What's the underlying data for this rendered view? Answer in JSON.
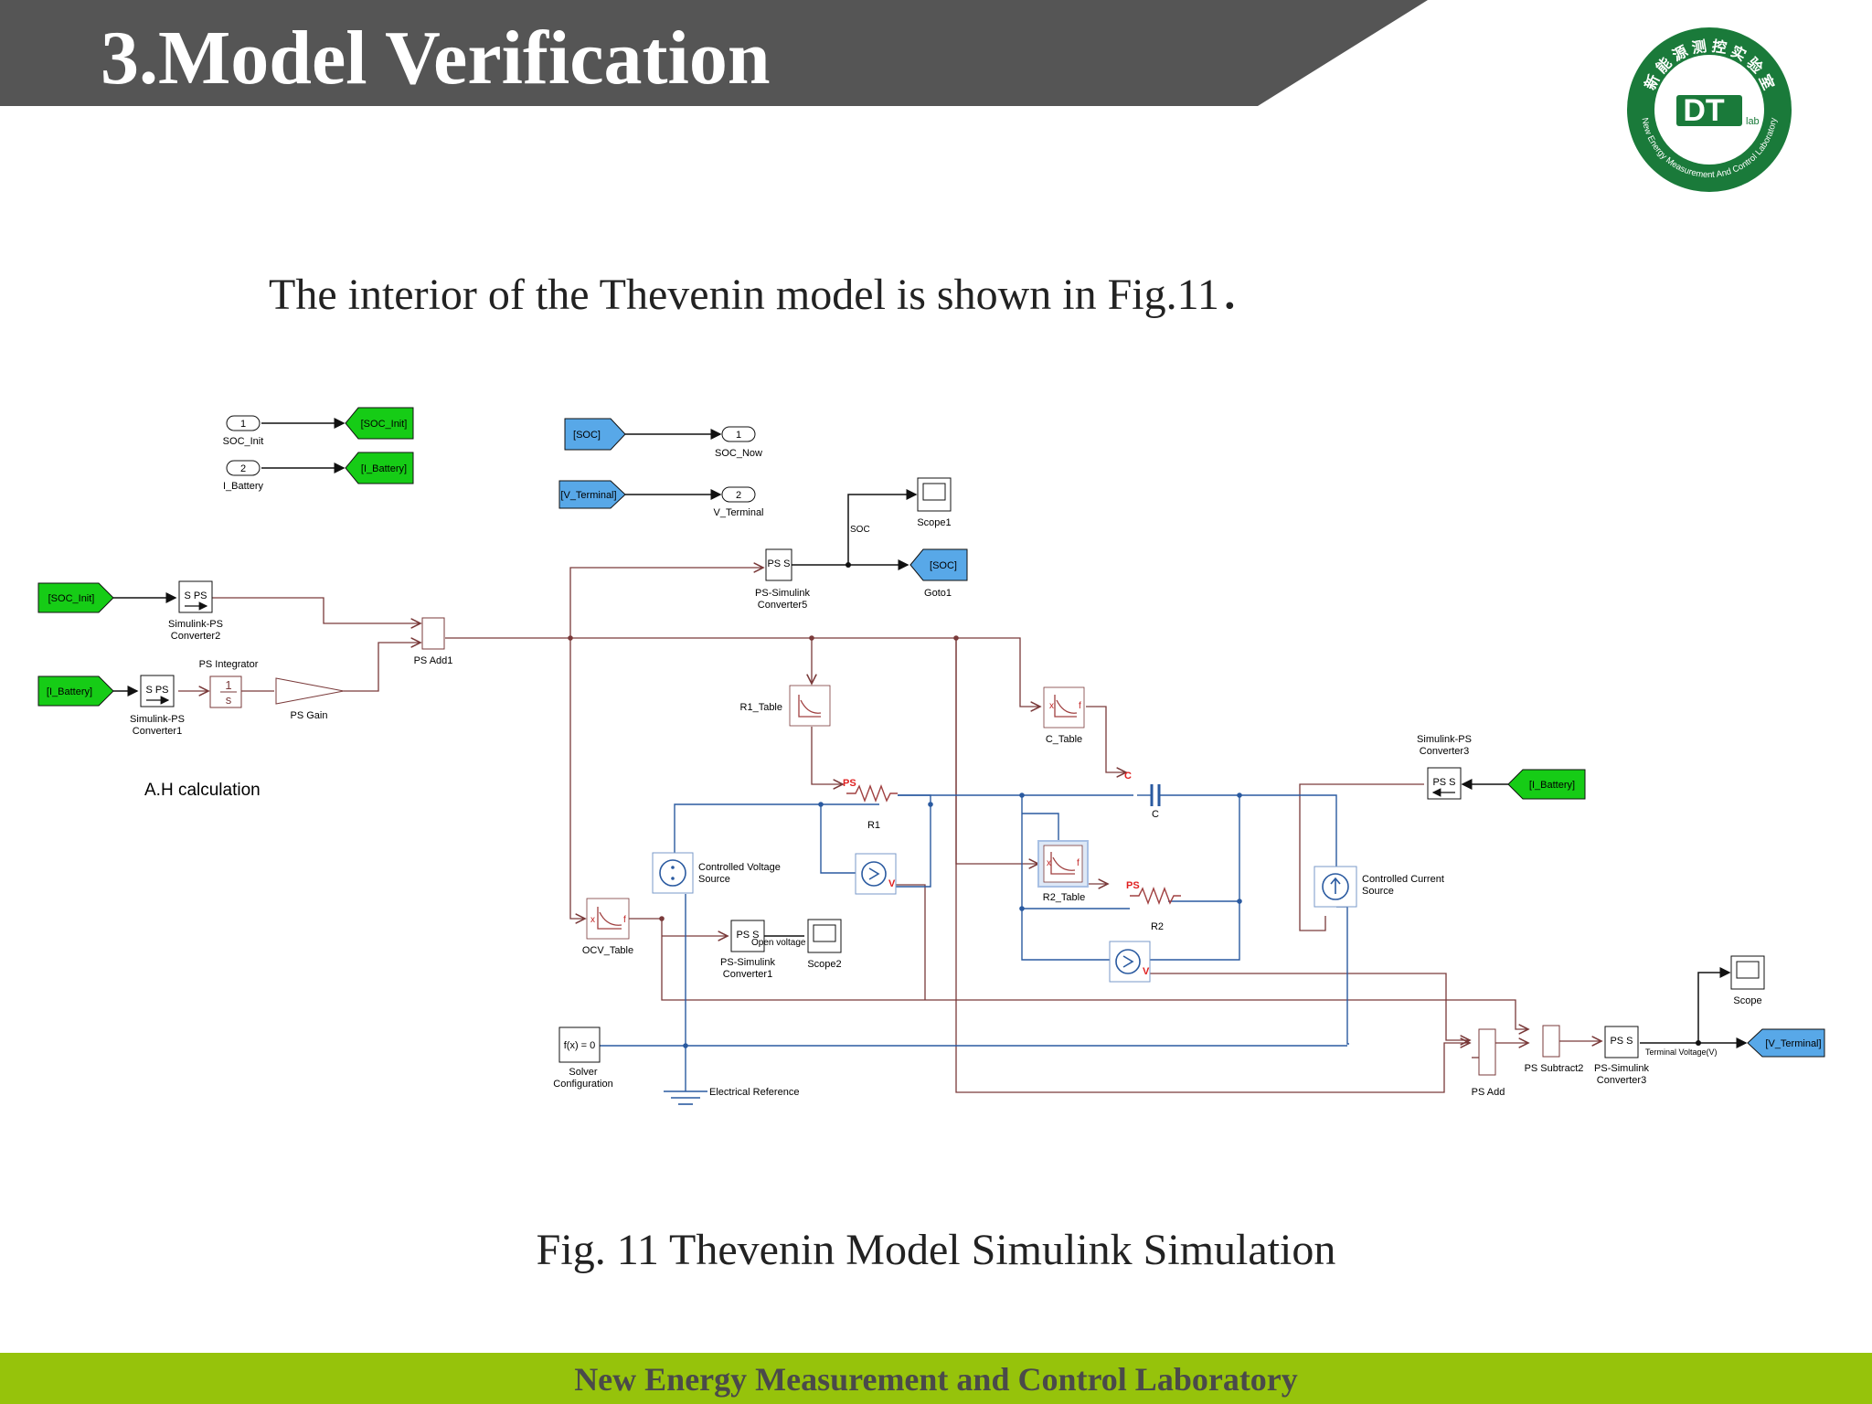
{
  "slide": {
    "title": "3.Model Verification",
    "intro": "The interior of the Thevenin model is shown in Fig.11．",
    "caption": "Fig. 11 Thevenin Model Simulink Simulation",
    "footer": "New Energy Measurement and Control Laboratory"
  },
  "logo": {
    "mark": "DT",
    "sub": "lab",
    "top_text": "新 能 源 测 控 实 验 室",
    "ring_text": "New Energy Measurement And Control Laboratory"
  },
  "diagram": {
    "inports": [
      {
        "num": "1",
        "label": "SOC_Init"
      },
      {
        "num": "2",
        "label": "I_Battery"
      }
    ],
    "outports": [
      {
        "num": "1",
        "label": "SOC_Now"
      },
      {
        "num": "2",
        "label": "V_Terminal"
      }
    ],
    "gotos": {
      "soc_init": "[SOC_Init]",
      "i_battery": "[I_Battery]",
      "soc": "[SOC]",
      "goto1_label": "Goto1"
    },
    "froms": {
      "soc": "[SOC]",
      "v_terminal": "[V_Terminal]",
      "soc_init": "[SOC_Init]",
      "i_battery_1": "[I_Battery]",
      "i_battery_2": "[I_Battery]",
      "v_terminal_2": "[V_Terminal]"
    },
    "blocks": {
      "sps2": "Simulink-PS\nConverter2",
      "sps1": "Simulink-PS\nConverter1",
      "sps3": "Simulink-PS\nConverter3",
      "ps_integrator": "PS Integrator",
      "ps_gain": "PS Gain",
      "ps_add1": "PS Add1",
      "pss5": "PS-Simulink\nConverter5",
      "pss1": "PS-Simulink\nConverter1",
      "pss3": "PS-Simulink\nConverter3",
      "scope1": "Scope1",
      "scope2": "Scope2",
      "scope": "Scope",
      "r1_table": "R1_Table",
      "c_table": "C_Table",
      "r2_table": "R2_Table",
      "ocv_table": "OCV_Table",
      "r1": "R1",
      "r2": "R2",
      "c": "C",
      "cvs": "Controlled Voltage\nSource",
      "ccs": "Controlled Current\nSource",
      "solver": "Solver\nConfiguration",
      "solver_eq": "f(x) = 0",
      "eref": "Electrical Reference",
      "ps_add": "PS Add",
      "ps_subtract2": "PS Subtract2",
      "sps_text": "S PS",
      "pss_text": "PS S",
      "ps_tag": "PS",
      "c_tag": "C",
      "int_num": "1",
      "int_den": "s",
      "x_in": "x",
      "f_out": "f",
      "v_tag": "V"
    },
    "signals": {
      "soc": "SOC",
      "open_voltage": "Open voltage",
      "terminal_voltage": "Terminal Voltage(V)"
    },
    "note": "A.H calculation"
  },
  "colors": {
    "header": "#555555",
    "footer": "#96c30b",
    "goto_green": "#16cc16",
    "from_blue": "#58a8e8",
    "wire_signal": "#7a3a3a",
    "wire_physical": "#2a5aa0",
    "logo_green": "#1a7a3a"
  }
}
